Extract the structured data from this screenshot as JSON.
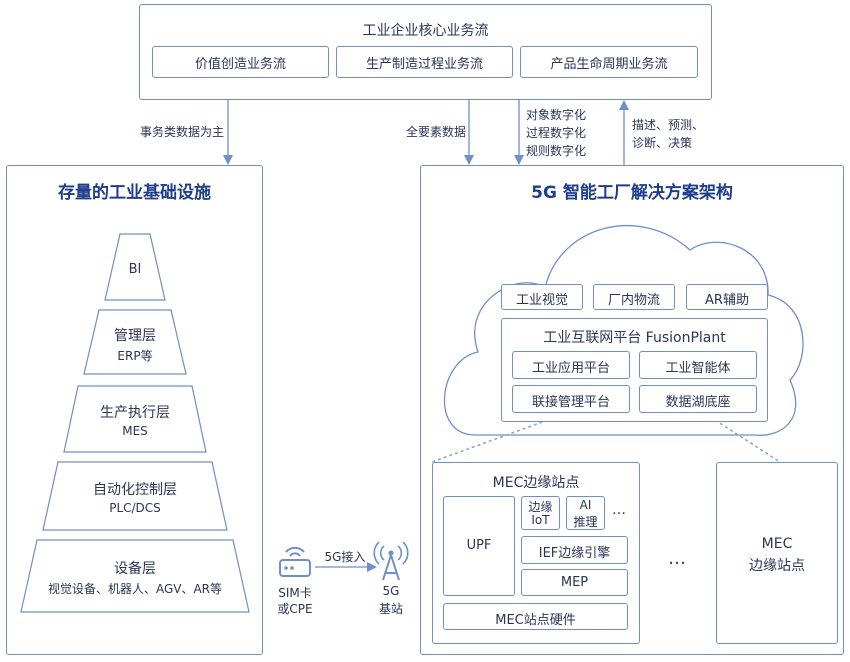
{
  "top": {
    "title": "工业企业核心业务流",
    "flows": [
      "价值创造业务流",
      "生产制造过程业务流",
      "产品生命周期业务流"
    ]
  },
  "arrows": {
    "left_label": "事务类数据为主",
    "mid_label": "全要素数据",
    "digitize_labels": [
      "对象数字化",
      "过程数字化",
      "规则数字化"
    ],
    "up_labels": [
      "描述、预测、",
      "诊断、决策"
    ]
  },
  "left_panel": {
    "title": "存量的工业基础设施",
    "layers": [
      {
        "name": "BI",
        "sub": ""
      },
      {
        "name": "管理层",
        "sub": "ERP等"
      },
      {
        "name": "生产执行层",
        "sub": "MES"
      },
      {
        "name": "自动化控制层",
        "sub": "PLC/DCS"
      },
      {
        "name": "设备层",
        "sub": "视觉设备、机器人、AGV、AR等"
      }
    ]
  },
  "connect": {
    "sim_label_1": "SIM卡",
    "sim_label_2": "或CPE",
    "access_label": "5G接入",
    "station_label_1": "5G",
    "station_label_2": "基站"
  },
  "right_panel": {
    "title": "5G 智能工厂解决方案架构",
    "apps": [
      "工业视觉",
      "厂内物流",
      "AR辅助"
    ],
    "platform": {
      "title": "工业互联网平台 FusionPlant",
      "items": [
        "工业应用平台",
        "工业智能体",
        "联接管理平台",
        "数据湖底座"
      ]
    },
    "mec": {
      "title": "MEC边缘站点",
      "upf": "UPF",
      "iot_1": "边缘",
      "iot_2": "IoT",
      "ai_1": "AI",
      "ai_2": "推理",
      "dots_small": "…",
      "ief": "IEF边缘引擎",
      "mep": "MEP",
      "hardware": "MEC站点硬件"
    },
    "between_dots": "…",
    "mec2_line1": "MEC",
    "mec2_line2": "边缘站点"
  },
  "colors": {
    "border": "#6f8fc8",
    "text": "#2a3558",
    "title": "#1e3e8c",
    "arrow": "#6f8fc8"
  }
}
